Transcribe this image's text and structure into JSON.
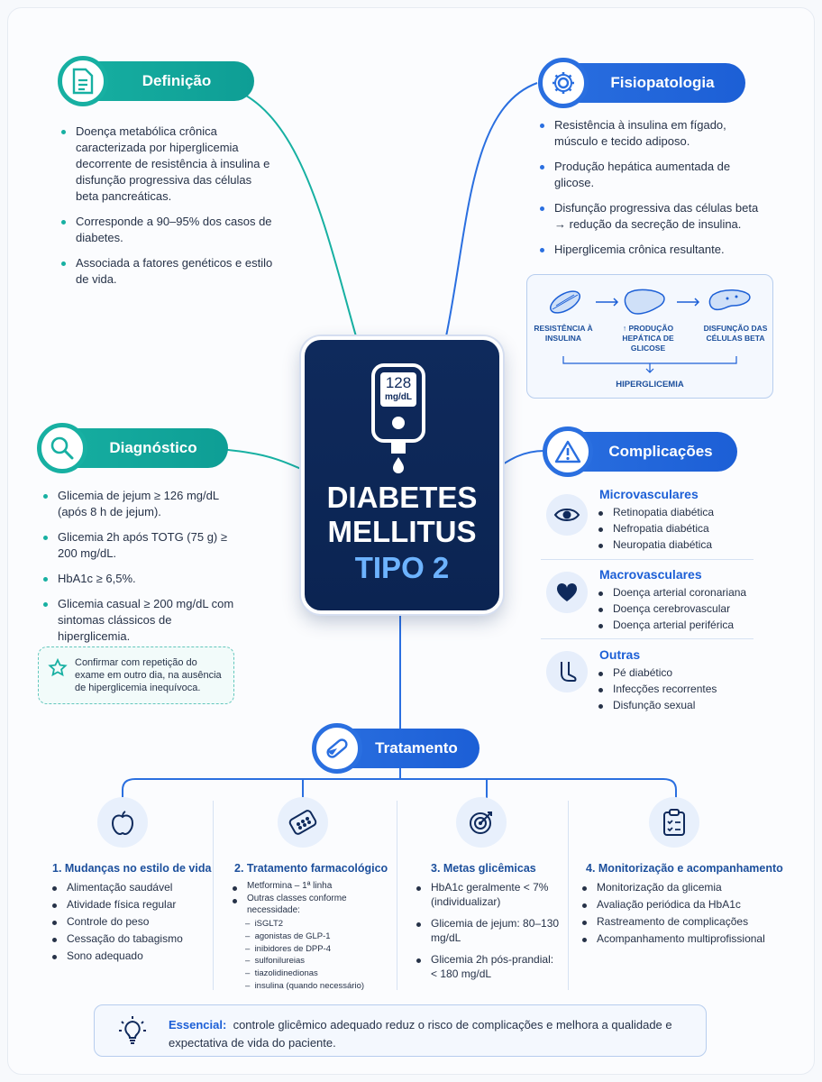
{
  "center": {
    "glucose_value": "128",
    "glucose_unit": "mg/dL",
    "title_line1": "DIABETES",
    "title_line2": "MELLITUS",
    "title_line3": "TIPO 2"
  },
  "definicao": {
    "title": "Definição",
    "items": [
      "Doença metabólica crônica caracterizada por hiperglicemia decorrente de resistência à insulina e disfunção progressiva das células beta pancreáticas.",
      "Corresponde a 90–95% dos casos de diabetes.",
      "Associada a fatores genéticos e estilo de vida."
    ]
  },
  "fisiopatologia": {
    "title": "Fisiopatologia",
    "items": [
      "Resistência à insulina em fígado, músculo e tecido adiposo.",
      "Produção hepática aumentada de glicose.",
      "Disfunção progressiva das células beta → redução da secreção de insulina.",
      "Hiperglicemia crônica resultante."
    ],
    "diagram": {
      "step1": "RESISTÊNCIA À INSULINA",
      "step2": "↑ PRODUÇÃO HEPÁTICA DE GLICOSE",
      "step3": "DISFUNÇÃO DAS CÉLULAS BETA",
      "result": "HIPERGLICEMIA"
    }
  },
  "diagnostico": {
    "title": "Diagnóstico",
    "items": [
      "Glicemia de jejum ≥ 126 mg/dL (após 8 h de jejum).",
      "Glicemia 2h após TOTG (75 g) ≥ 200 mg/dL.",
      "HbA1c ≥ 6,5%.",
      "Glicemia casual ≥ 200 mg/dL com sintomas clássicos de hiperglicemia."
    ],
    "note": "Confirmar com repetição do exame em outro dia, na ausência de hiperglicemia inequívoca."
  },
  "complicacoes": {
    "title": "Complicações",
    "groups": [
      {
        "title": "Microvasculares",
        "items": [
          "Retinopatia diabética",
          "Nefropatia diabética",
          "Neuropatia diabética"
        ]
      },
      {
        "title": "Macrovasculares",
        "items": [
          "Doença arterial coronariana",
          "Doença cerebrovascular",
          "Doença arterial periférica"
        ]
      },
      {
        "title": "Outras",
        "items": [
          "Pé diabético",
          "Infecções recorrentes",
          "Disfunção sexual"
        ]
      }
    ]
  },
  "tratamento": {
    "title": "Tratamento",
    "columns": [
      {
        "title": "1. Mudanças no estilo de vida",
        "items": [
          "Alimentação saudável",
          "Atividade física regular",
          "Controle do peso",
          "Cessação do tabagismo",
          "Sono adequado"
        ]
      },
      {
        "title": "2. Tratamento farmacológico",
        "items": [
          "Metformina – 1ª linha",
          "Outras classes conforme necessidade:"
        ],
        "subitems": [
          "iSGLT2",
          "agonistas de GLP-1",
          "inibidores de DPP-4",
          "sulfonilureias",
          "tiazolidinedionas",
          "insulina (quando necessário)"
        ]
      },
      {
        "title": "3. Metas glicêmicas",
        "items": [
          "HbA1c geralmente < 7% (individualizar)",
          "Glicemia de jejum: 80–130 mg/dL",
          "Glicemia 2h pós-prandial: < 180 mg/dL"
        ]
      },
      {
        "title": "4. Monitorização e acompanhamento",
        "items": [
          "Monitorização da glicemia",
          "Avaliação periódica da HbA1c",
          "Rastreamento de complicações",
          "Acompanhamento multiprofissional"
        ]
      }
    ]
  },
  "essential": {
    "label": "Essencial:",
    "text": "controle glicêmico adequado reduz o risco de complicações e melhora a qualidade e expectativa de vida do paciente."
  },
  "colors": {
    "teal": "#17b0a2",
    "blue": "#2a6fe0",
    "navy": "#0f2a5c",
    "light_blue": "#6db3ff"
  }
}
